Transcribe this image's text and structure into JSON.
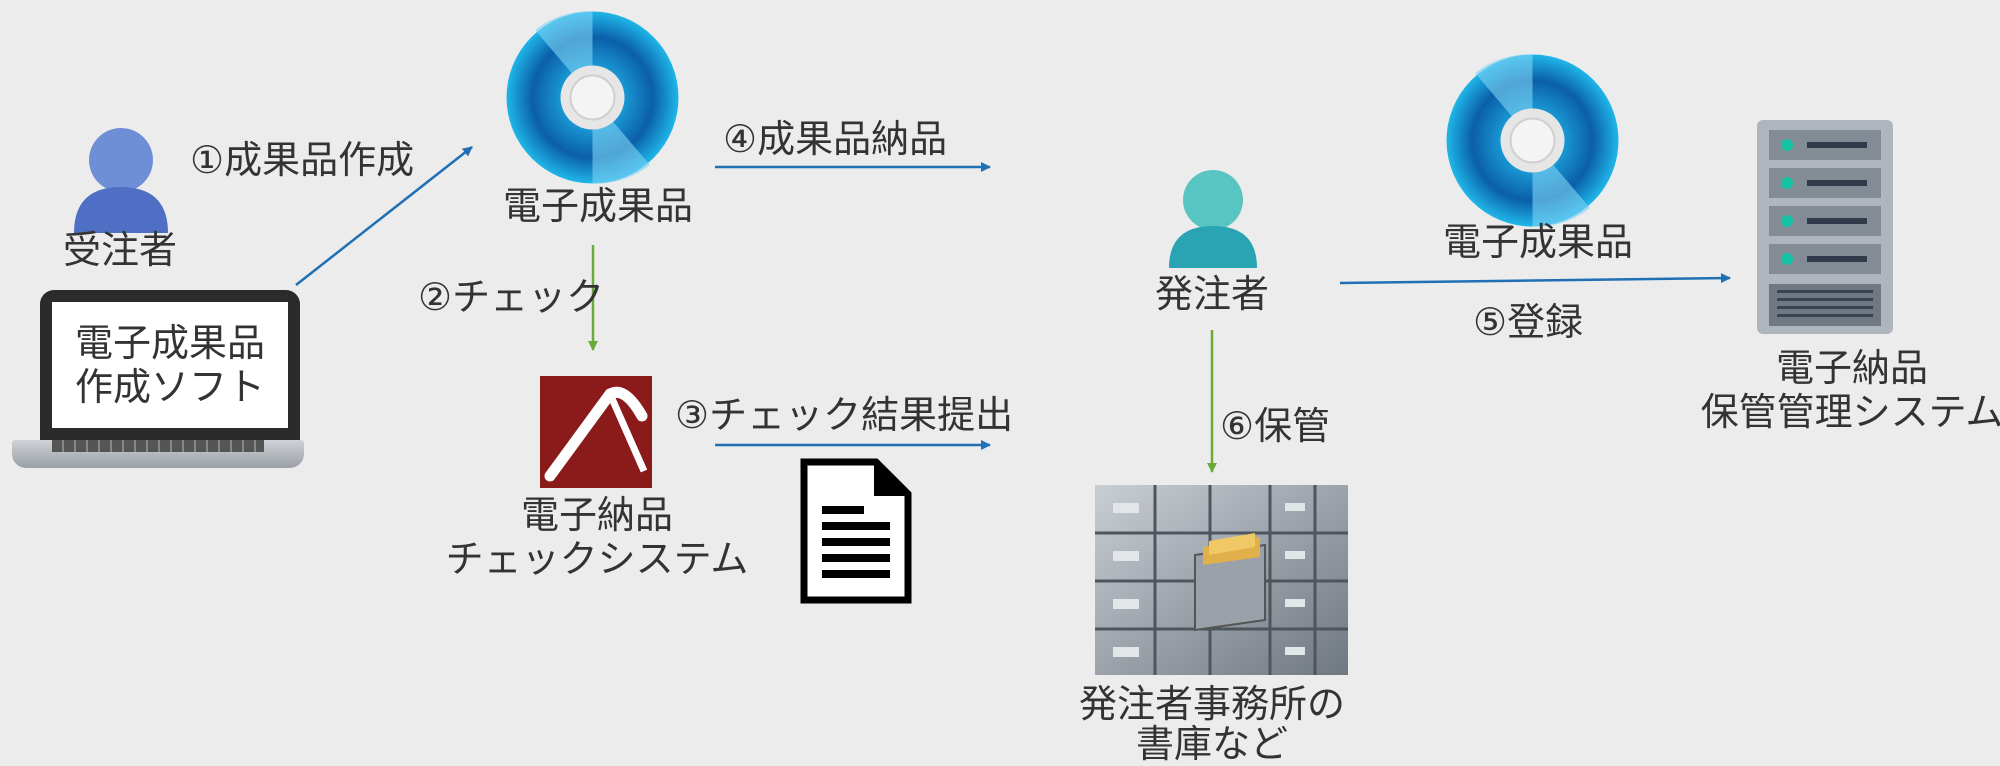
{
  "nodes": {
    "contractor": "受注者",
    "laptop_line1": "電子成果品",
    "laptop_line2": "作成ソフト",
    "disc1_label": "電子成果品",
    "checker_line1": "電子納品",
    "checker_line2": "チェックシステム",
    "orderer": "発注者",
    "disc2_label": "電子成果品",
    "server_line1": "電子納品",
    "server_line2": "保管管理システム",
    "archive_line1": "発注者事務所の",
    "archive_line2": "書庫など"
  },
  "steps": {
    "s1": "①成果品作成",
    "s2": "②チェック",
    "s3": "③チェック結果提出",
    "s4": "④成果品納品",
    "s5": "⑤登録",
    "s6": "⑥保管"
  },
  "colors": {
    "blue_arrow": "#1f6fb4",
    "green_arrow": "#6aaa3a",
    "person_blue": "#5b7fcf",
    "person_teal": "#3bb0b9",
    "checker_red": "#8b1a1a",
    "disc_blue": "#1a9ad6"
  }
}
